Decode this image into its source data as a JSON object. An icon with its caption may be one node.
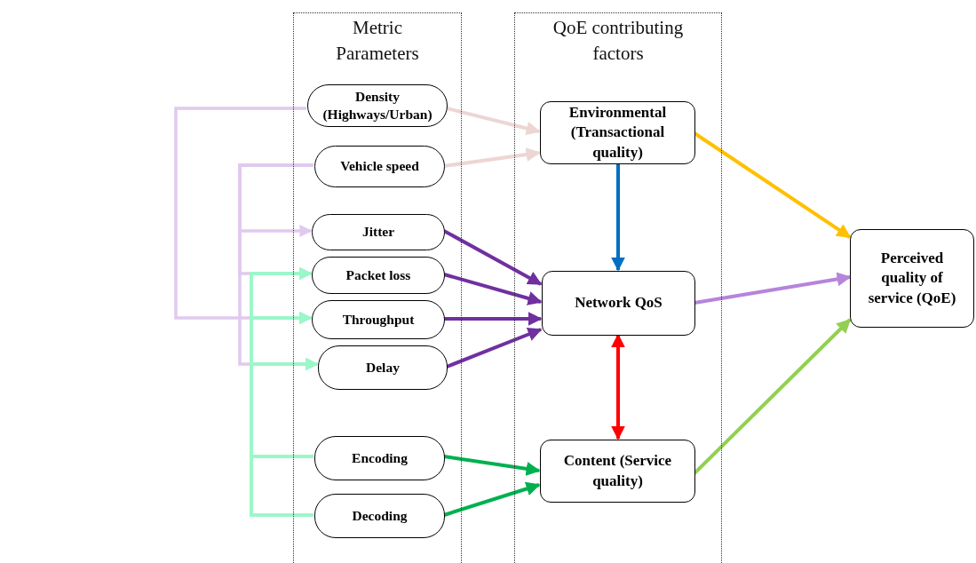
{
  "diagram": {
    "nodes": [
      {
        "text": [
          "Metric Parameters"
        ]
      },
      {
        "text": [
          "QoE contributing factors"
        ]
      },
      {
        "text": [
          "Density (Highways/Urban)"
        ],
        "in": 0
      },
      {
        "text": [
          "Vehicle speed"
        ],
        "in": 0
      },
      {
        "text": [
          "Jitter"
        ],
        "in": 0
      },
      {
        "text": [
          "Packet loss"
        ],
        "in": 0
      },
      {
        "text": [
          "Throughput"
        ],
        "in": 0
      },
      {
        "text": [
          "Delay"
        ],
        "in": 0
      },
      {
        "text": [
          "Encoding"
        ],
        "in": 0
      },
      {
        "text": [
          "Decoding"
        ],
        "in": 0
      },
      {
        "text": [
          "Environmental (Transactional quality)"
        ],
        "in": 1
      },
      {
        "text": [
          "Network QoS"
        ],
        "in": 1
      },
      {
        "text": [
          "Content (Service quality)"
        ],
        "in": 1
      },
      {
        "text": [
          "Perceived quality of service (QoE)"
        ]
      }
    ],
    "edges": [
      {
        "from": 2,
        "to": 10,
        "arrow": "to",
        "color": "#ecd6d4"
      },
      {
        "from": 3,
        "to": 10,
        "arrow": "to",
        "color": "#ecd6d4"
      },
      {
        "from": 4,
        "to": 11,
        "arrow": "to",
        "color": "#7030a0"
      },
      {
        "from": 5,
        "to": 11,
        "arrow": "to",
        "color": "#7030a0"
      },
      {
        "from": 6,
        "to": 11,
        "arrow": "to",
        "color": "#7030a0"
      },
      {
        "from": 7,
        "to": 11,
        "arrow": "to",
        "color": "#7030a0"
      },
      {
        "from": 10,
        "to": 11,
        "arrow": "to",
        "color": "#0070c0"
      },
      {
        "from": 11,
        "to": 12,
        "arrow": "both",
        "color": "#ff0000"
      },
      {
        "from": 8,
        "to": 12,
        "arrow": "to",
        "color": "#00b050"
      },
      {
        "from": 9,
        "to": 12,
        "arrow": "to",
        "color": "#00b050"
      },
      {
        "from": 10,
        "to": 13,
        "arrow": "to",
        "color": "#ffc000"
      },
      {
        "from": 11,
        "to": 13,
        "arrow": "to",
        "color": "#b584dc"
      },
      {
        "from": 12,
        "to": 13,
        "arrow": "to",
        "color": "#92d050"
      },
      {
        "from": 2,
        "to": 6,
        "arrow": "to",
        "color": "#e0c9ee"
      },
      {
        "from": 3,
        "to": 4,
        "arrow": "to",
        "color": "#e0c9ee"
      },
      {
        "from": 3,
        "to": 5,
        "arrow": "to",
        "color": "#e0c9ee"
      },
      {
        "from": 3,
        "to": 7,
        "arrow": "to",
        "color": "#e0c9ee"
      },
      {
        "from": 8,
        "to": 5,
        "arrow": "to",
        "color": "#9af7c8"
      },
      {
        "from": 8,
        "to": 6,
        "arrow": "to",
        "color": "#9af7c8"
      },
      {
        "from": 8,
        "to": 7,
        "arrow": "to",
        "color": "#9af7c8"
      },
      {
        "from": 9,
        "to": 5,
        "arrow": "to",
        "color": "#9af7c8"
      },
      {
        "from": 9,
        "to": 6,
        "arrow": "to",
        "color": "#9af7c8"
      },
      {
        "from": 9,
        "to": 7,
        "arrow": "to",
        "color": "#9af7c8"
      }
    ]
  }
}
